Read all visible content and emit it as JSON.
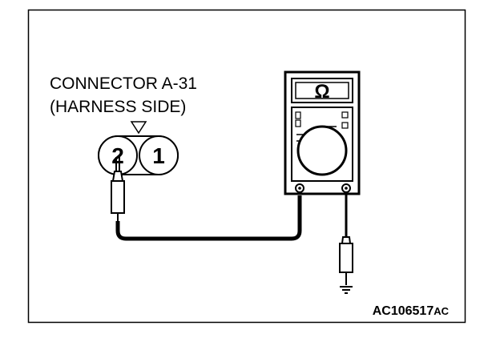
{
  "connector": {
    "name_label": "CONNECTOR A-31",
    "side_label": "(HARNESS SIDE)",
    "pins": [
      "2",
      "1"
    ]
  },
  "meter": {
    "display_symbol": "Ω"
  },
  "figure_code": {
    "main": "AC106517",
    "suffix": "AC"
  },
  "colors": {
    "line": "#000000",
    "background": "#ffffff"
  },
  "icons": [
    "marker-triangle-icon",
    "ground-symbol-icon",
    "probe-icon",
    "ohmmeter-icon"
  ]
}
